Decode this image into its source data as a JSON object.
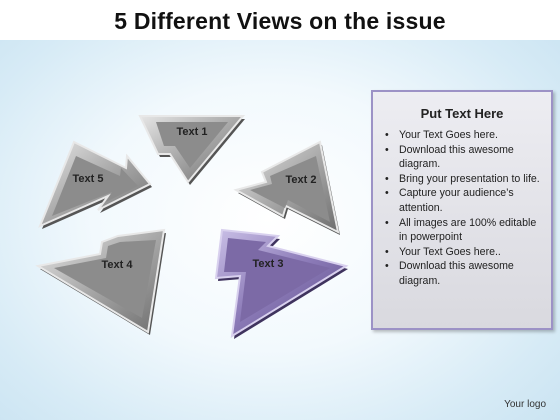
{
  "title": "5 Different Views on the issue",
  "arrows": [
    {
      "label": "Text 1",
      "color": "#8c8c8c"
    },
    {
      "label": "Text 2",
      "color": "#8c8c8c"
    },
    {
      "label": "Text 3",
      "color": "#7c6aa6"
    },
    {
      "label": "Text 4",
      "color": "#8c8c8c"
    },
    {
      "label": "Text 5",
      "color": "#8c8c8c"
    }
  ],
  "panel": {
    "heading": "Put Text Here",
    "bullets": [
      "Your Text Goes here.",
      "Download this awesome diagram.",
      "Bring your presentation to life.",
      "Capture your audience’s attention.",
      "All images are 100% editable in powerpoint",
      "Your Text Goes here..",
      "Download this awesome diagram."
    ]
  },
  "footer": {
    "logo": "Your logo"
  }
}
